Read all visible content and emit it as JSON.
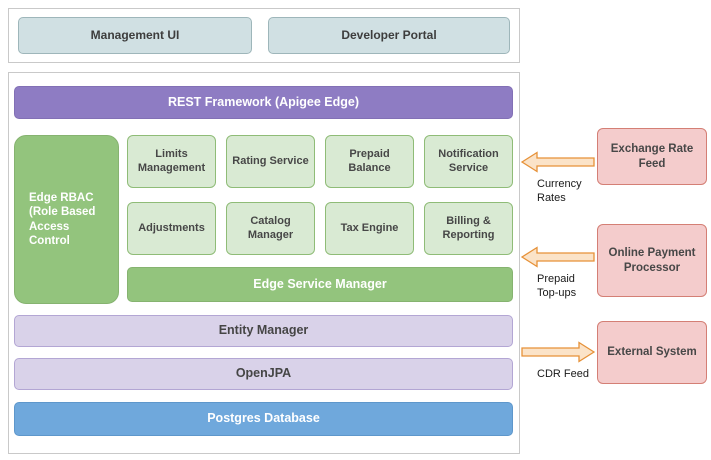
{
  "top_panel": {
    "management_ui": "Management UI",
    "developer_portal": "Developer Portal"
  },
  "stack": {
    "rest_framework": "REST Framework (Apigee Edge)",
    "edge_rbac": "Edge RBAC (Role Based Access Control",
    "services": [
      "Limits Management",
      "Rating Service",
      "Prepaid Balance",
      "Notification Service",
      "Adjustments",
      "Catalog Manager",
      "Tax Engine",
      "Billing & Reporting"
    ],
    "edge_service_manager": "Edge Service Manager",
    "entity_manager": "Entity Manager",
    "openjpa": "OpenJPA",
    "postgres_database": "Postgres Database"
  },
  "external_systems": [
    "Exchange Rate Feed",
    "Online Payment Processor",
    "External System"
  ],
  "flows": [
    "Currency Rates",
    "Prepaid Top-ups",
    "CDR Feed"
  ],
  "colors": {
    "purple": "#8e7cc3",
    "green": "#93c47d",
    "light_green": "#d9ead3",
    "lavender": "#d9d2e9",
    "blue": "#6fa8dc",
    "pink": "#f4cccc",
    "teal": "#d0e0e3",
    "arrow_stroke": "#e69138",
    "arrow_fill": "#fbe3c8"
  }
}
